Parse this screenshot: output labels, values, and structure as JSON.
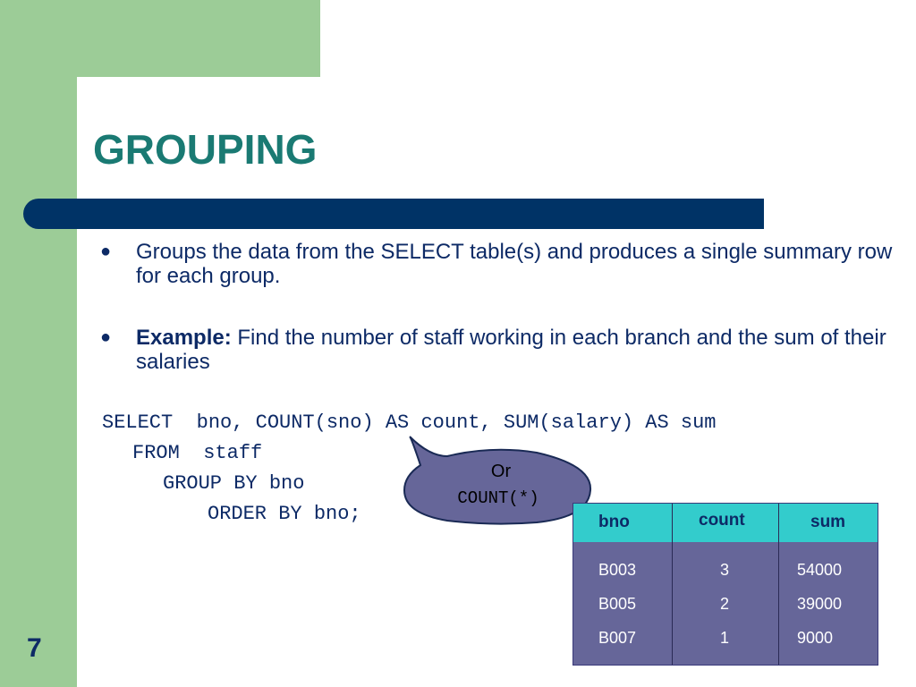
{
  "slide": {
    "title": "GROUPING",
    "bullets": [
      {
        "text": "Groups the data from the SELECT table(s) and produces a single summary row for each group."
      },
      {
        "label": "Example:",
        "text": " Find the number of staff working in each branch and the sum of their salaries"
      }
    ],
    "code": [
      "SELECT  bno, COUNT(sno) AS count, SUM(salary) AS sum",
      "FROM  staff",
      "GROUP BY bno",
      "ORDER BY bno;"
    ],
    "callout": {
      "line1": "Or",
      "line2": "COUNT(*)"
    },
    "table": {
      "headers": [
        "bno",
        "count",
        "sum"
      ],
      "rows": [
        [
          "B003",
          "3",
          "54000"
        ],
        [
          "B005",
          "2",
          "39000"
        ],
        [
          "B007",
          "1",
          "9000"
        ]
      ]
    },
    "slide_number": "7"
  },
  "colors": {
    "green_frame": "#9ccc97",
    "title": "#1a7a73",
    "title_bar": "#003366",
    "body_text": "#0d2a66",
    "table_header": "#33cccc",
    "table_body": "#666699",
    "callout_fill": "#666699"
  }
}
